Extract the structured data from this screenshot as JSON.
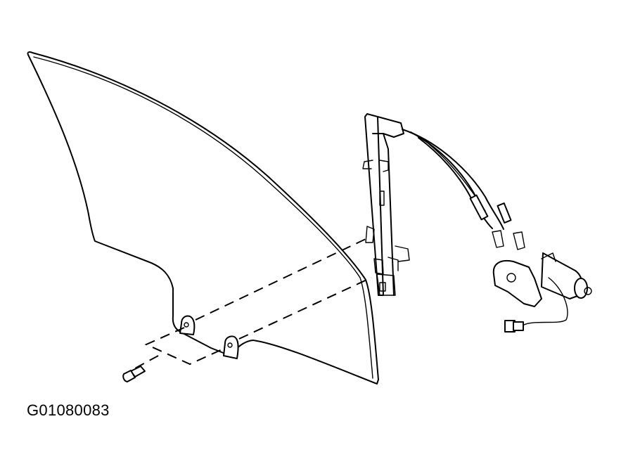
{
  "figure": {
    "id_label": "G01080083",
    "description": "Exploded view: front door window glass, window regulator with cable drive and motor, and mounting bolt",
    "components": [
      {
        "name": "door-window-glass"
      },
      {
        "name": "window-regulator-rail"
      },
      {
        "name": "regulator-cables"
      },
      {
        "name": "regulator-motor"
      },
      {
        "name": "motor-electrical-connector"
      },
      {
        "name": "glass-mounting-bolt"
      }
    ],
    "colors": {
      "line": "#000000",
      "background": "#ffffff"
    }
  }
}
